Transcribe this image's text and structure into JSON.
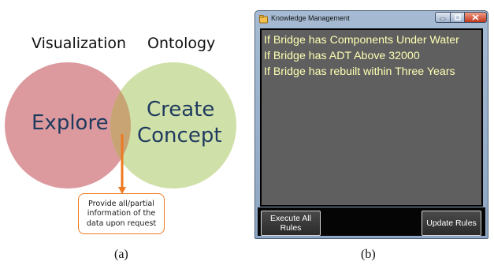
{
  "panel_a": {
    "left_heading": "Visualization",
    "right_heading": "Ontology",
    "left_circle_word": "Explore",
    "right_circle_words": [
      "Create",
      "Concept"
    ],
    "callout_lines": [
      "Provide all/partial",
      "information of the",
      "data upon request"
    ],
    "caption": "(a)",
    "colors": {
      "left_circle": "#dc9a9e",
      "right_circle": "#cfe0a8",
      "overlap": "#c8a374",
      "arrow": "#ee7a22"
    }
  },
  "panel_b": {
    "window_title": "Knowledge Management",
    "window_controls": {
      "minimize_icon": "minimize-icon",
      "maximize_icon": "maximize-icon",
      "close_icon": "close-icon"
    },
    "rules": [
      "If Bridge has Components Under Water",
      "If Bridge has ADT Above 32000",
      "If Bridge has rebuilt within Three Years"
    ],
    "buttons": {
      "execute_lines": [
        "Execute All",
        "Rules"
      ],
      "update": "Update Rules"
    },
    "caption": "(b)",
    "colors": {
      "rule_text": "#ffffb4",
      "panel_background": "#5f5f5f",
      "button_bar": "#050505"
    }
  }
}
